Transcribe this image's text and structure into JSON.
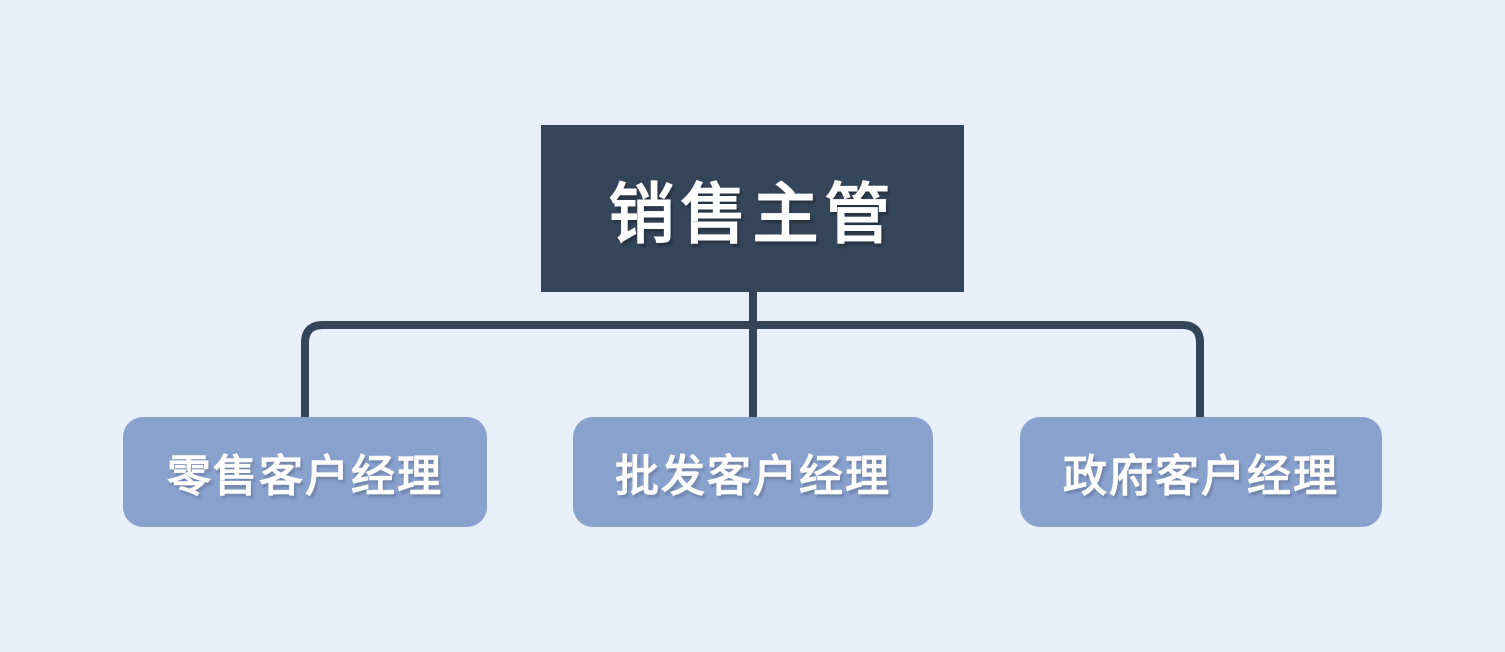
{
  "colors": {
    "bg": "#e9eff8",
    "root-node": "#344459",
    "child-node": "#88a1cd",
    "connector": "#344459",
    "node-text": "#ffffff"
  },
  "diagram": {
    "type": "org-chart",
    "root": {
      "label": "销售主管"
    },
    "children": [
      {
        "label": "零售客户经理"
      },
      {
        "label": "批发客户经理"
      },
      {
        "label": "政府客户经理"
      }
    ]
  }
}
